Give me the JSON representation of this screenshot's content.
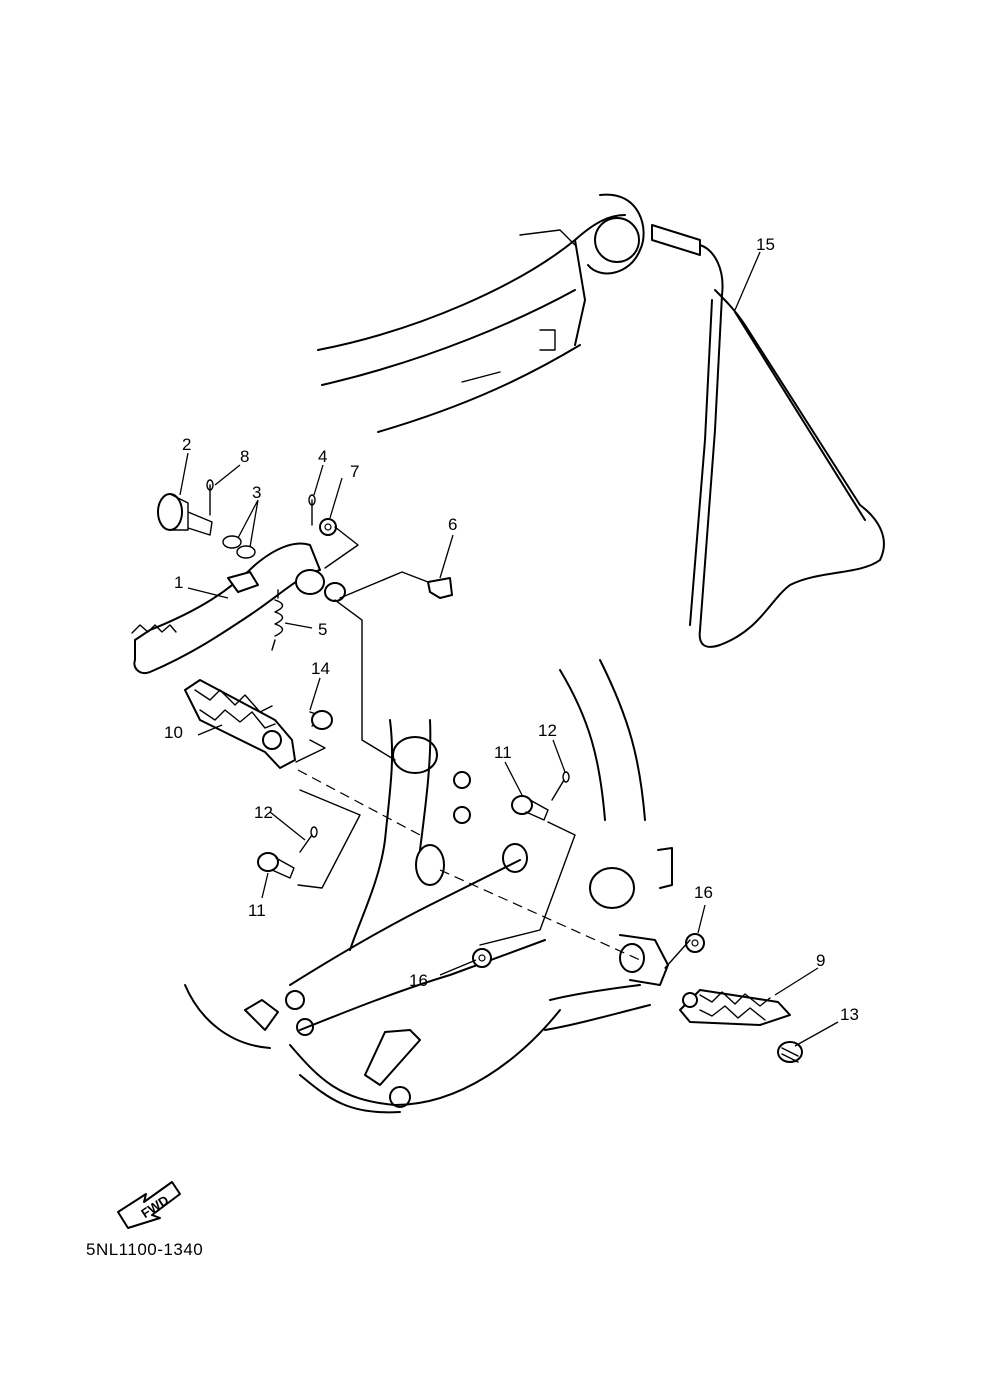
{
  "diagram": {
    "reference_code": "5NL1100-1340",
    "direction_label": "FWD",
    "callouts": [
      "1",
      "2",
      "3",
      "4",
      "5",
      "6",
      "7",
      "8",
      "9",
      "10",
      "11",
      "11",
      "12",
      "12",
      "13",
      "14",
      "15",
      "16",
      "16"
    ]
  },
  "icons": {
    "direction": "forward-arrow-icon"
  }
}
